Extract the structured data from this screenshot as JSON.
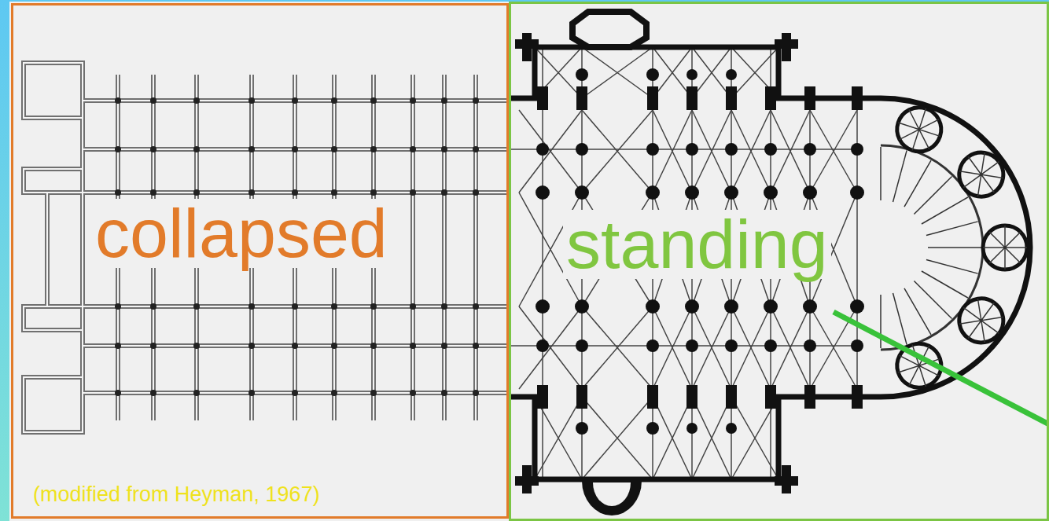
{
  "diagram": {
    "nodes": [
      {
        "text": [
          "collapsed"
        ]
      },
      {
        "text": [
          "standing"
        ]
      }
    ],
    "labels": [
      "(modified from Heyman, 1967)"
    ]
  }
}
